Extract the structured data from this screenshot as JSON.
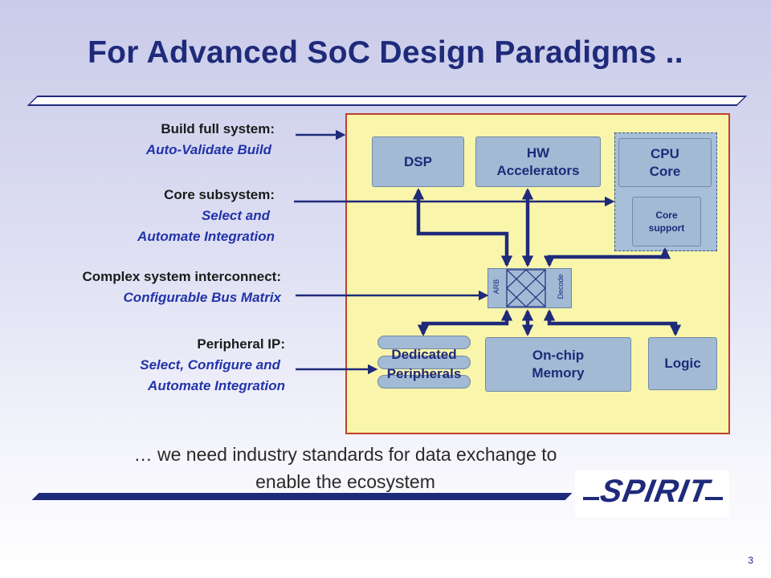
{
  "title": "For Advanced SoC Design Paradigms ..",
  "annotations": [
    {
      "heading": "Build full system:",
      "sub": "Auto-Validate Build"
    },
    {
      "heading": "Core subsystem:",
      "sub1": "Select and",
      "sub2": "Automate Integration"
    },
    {
      "heading": "Complex system interconnect:",
      "sub": "Configurable Bus Matrix"
    },
    {
      "heading": "Peripheral IP:",
      "sub1": "Select, Configure and",
      "sub2": "Automate Integration"
    }
  ],
  "blocks": {
    "dsp": "DSP",
    "hw": "HW\nAccelerators",
    "cpu": "CPU\nCore",
    "core_support": "Core\nsupport",
    "arb": "ARB",
    "decode": "Decode",
    "peripherals": "Dedicated\nPeripherals",
    "memory": "On-chip\nMemory",
    "logic": "Logic"
  },
  "footer": {
    "line1": "… we need industry standards for data exchange to",
    "line2": "enable the ecosystem"
  },
  "logo": {
    "text": "SPIRIT"
  },
  "page_number": "3",
  "colors": {
    "title": "#1f2a7a",
    "accent_text": "#2233aa",
    "board_fill": "#f9f6ac",
    "board_border": "#c0402a",
    "block_fill": "#a2bad4",
    "arrow": "#1f2a7a",
    "logo": "#1f2a7a"
  }
}
